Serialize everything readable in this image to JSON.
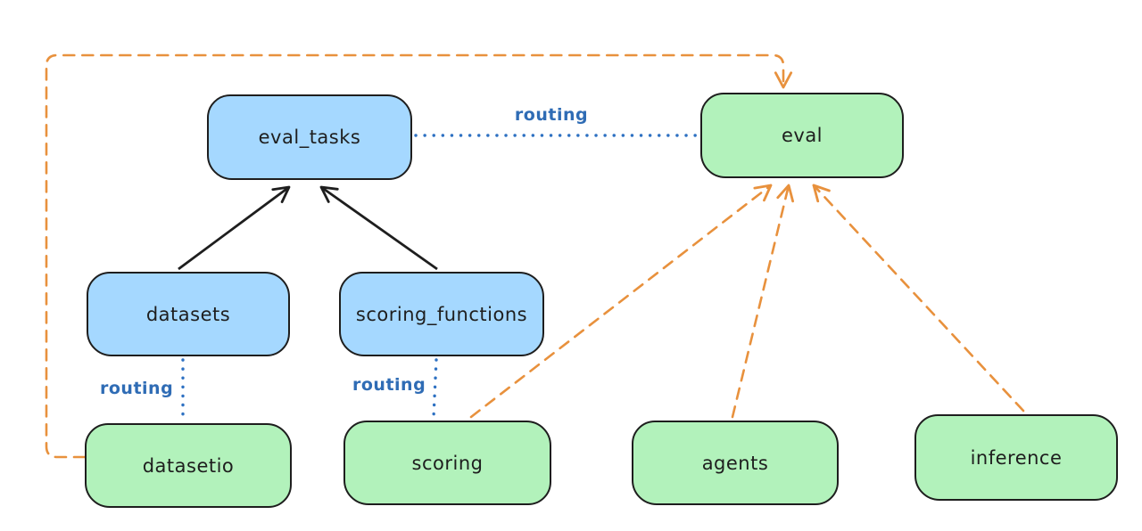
{
  "diagram": {
    "nodes": [
      {
        "id": "eval_tasks",
        "label": "eval_tasks",
        "kind": "resource",
        "fill": "#a5d8ff"
      },
      {
        "id": "eval",
        "label": "eval",
        "kind": "api",
        "fill": "#b2f2bb"
      },
      {
        "id": "datasets",
        "label": "datasets",
        "kind": "resource",
        "fill": "#a5d8ff"
      },
      {
        "id": "scoring_functions",
        "label": "scoring_functions",
        "kind": "resource",
        "fill": "#a5d8ff"
      },
      {
        "id": "datasetio",
        "label": "datasetio",
        "kind": "api",
        "fill": "#b2f2bb"
      },
      {
        "id": "scoring",
        "label": "scoring",
        "kind": "api",
        "fill": "#b2f2bb"
      },
      {
        "id": "agents",
        "label": "agents",
        "kind": "api",
        "fill": "#b2f2bb"
      },
      {
        "id": "inference",
        "label": "inference",
        "kind": "api",
        "fill": "#b2f2bb"
      }
    ],
    "edges": [
      {
        "from": "datasets",
        "to": "eval_tasks",
        "style": "solid-black-arrow",
        "label": ""
      },
      {
        "from": "scoring_functions",
        "to": "eval_tasks",
        "style": "solid-black-arrow",
        "label": ""
      },
      {
        "from": "eval_tasks",
        "to": "eval",
        "style": "dotted-blue",
        "label": "routing"
      },
      {
        "from": "datasets",
        "to": "datasetio",
        "style": "dotted-blue",
        "label": "routing"
      },
      {
        "from": "scoring_functions",
        "to": "scoring",
        "style": "dotted-blue",
        "label": "routing"
      },
      {
        "from": "datasetio",
        "to": "eval",
        "style": "dashed-orange-arrow",
        "label": ""
      },
      {
        "from": "scoring",
        "to": "eval",
        "style": "dashed-orange-arrow",
        "label": ""
      },
      {
        "from": "agents",
        "to": "eval",
        "style": "dashed-orange-arrow",
        "label": ""
      },
      {
        "from": "inference",
        "to": "eval",
        "style": "dashed-orange-arrow",
        "label": ""
      }
    ],
    "edge_labels": {
      "routing_top": "routing",
      "routing_datasets": "routing",
      "routing_scoring": "routing"
    },
    "colors": {
      "resource_blue_fill": "#a5d8ff",
      "api_green_fill": "#b2f2bb",
      "stroke_black": "#1e1e1e",
      "arrow_orange": "#e8913d",
      "routing_blue": "#2f6cb5",
      "background": "#ffffff"
    }
  }
}
